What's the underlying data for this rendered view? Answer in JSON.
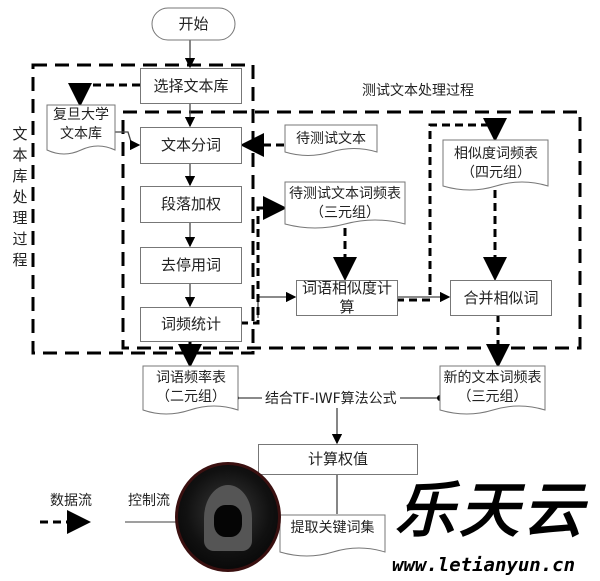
{
  "title_region_library": "文本库处理过程",
  "title_region_test": "测试文本处理过程",
  "nodes": {
    "start": "开始",
    "select_corpus": "选择文本库",
    "fudan_corpus": "复旦大学文本库",
    "segmentation": "文本分词",
    "paragraph_weighting": "段落加权",
    "stopword_removal": "去停用词",
    "term_frequency": "词频统计",
    "test_text": "待测试文本",
    "test_tf_table": "待测试文本词频表（三元组）",
    "word_similarity": "词语相似度计算",
    "similarity_table": "相似度词频表（四元组）",
    "merge_similar": "合并相似词",
    "word_freq_table": "词语频率表（二元组）",
    "new_tf_table": "新的文本词频表（三元组）",
    "tfiwf": "结合TF-IWF算法公式",
    "compute_weight": "计算权值",
    "extract_keywords": "提取关键词集"
  },
  "legend": {
    "data_flow": "数据流",
    "control_flow": "控制流"
  },
  "watermark": {
    "brand": "乐天云",
    "url": "www.letianyun.cn"
  }
}
